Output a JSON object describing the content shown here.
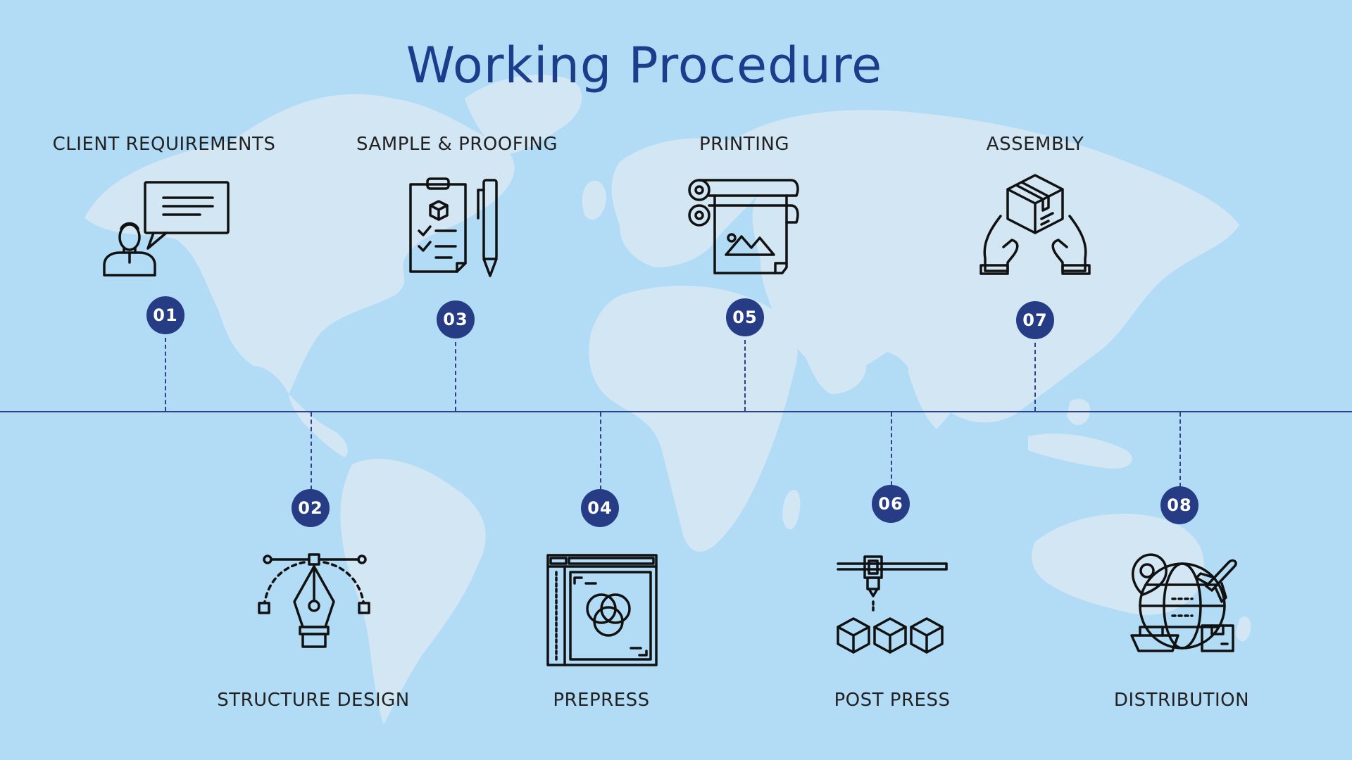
{
  "title": "Working Procedure",
  "colors": {
    "background": "#b2dcf5",
    "map": "#d3e6f3",
    "title": "#1c3d8c",
    "badge": "#263d86",
    "line": "#2f3f88",
    "icon": "#111111"
  },
  "steps": [
    {
      "number": "01",
      "label": "CLIENT REQUIREMENTS",
      "icon": "client-chat-icon",
      "position": "top"
    },
    {
      "number": "02",
      "label": "STRUCTURE DESIGN",
      "icon": "pen-tool-bezier-icon",
      "position": "bottom"
    },
    {
      "number": "03",
      "label": "SAMPLE & PROOFING",
      "icon": "clipboard-checklist-pen-icon",
      "position": "top"
    },
    {
      "number": "04",
      "label": "PREPRESS",
      "icon": "color-proof-window-icon",
      "position": "bottom"
    },
    {
      "number": "05",
      "label": "PRINTING",
      "icon": "printing-roller-icon",
      "position": "top"
    },
    {
      "number": "06",
      "label": "POST PRESS",
      "icon": "dispenser-boxes-icon",
      "position": "bottom"
    },
    {
      "number": "07",
      "label": "ASSEMBLY",
      "icon": "hands-box-icon",
      "position": "top"
    },
    {
      "number": "08",
      "label": "DISTRIBUTION",
      "icon": "globe-logistics-icon",
      "position": "bottom"
    }
  ]
}
